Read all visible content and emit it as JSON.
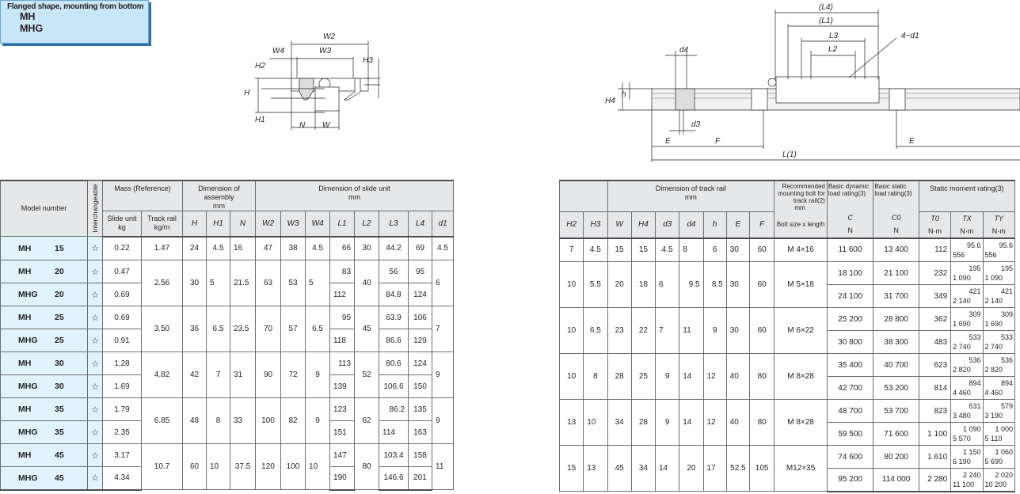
{
  "title": {
    "subtitle": "Flanged shape, mounting from bottom",
    "models": [
      "MH",
      "MHG"
    ]
  },
  "diagram_left": {
    "labels": {
      "W2": "W2",
      "W3": "W3",
      "W4": "W4",
      "H": "H",
      "H1": "H1",
      "H2": "H2",
      "H3": "H3",
      "N": "N",
      "W": "W"
    }
  },
  "diagram_right": {
    "labels": {
      "L4": "(L4)",
      "L1": "(L1)",
      "L3": "L3",
      "L2": "L2",
      "d1": "4−d1",
      "d4": "d4",
      "d3": "d3",
      "H4": "H4",
      "h": "h",
      "E": "E",
      "F": "F",
      "L": "L(1)"
    }
  },
  "left_table": {
    "headers": {
      "model_number": "Model number",
      "interchangeable": "Interchangeable",
      "mass": "Mass (Reference)",
      "slide_unit": "Slide unit",
      "slide_unit_unit": "kg",
      "track_rail": "Track rail",
      "track_rail_unit": "kg/m",
      "dim_assembly": "Dimension of assembly",
      "dim_assembly_unit": "mm",
      "dim_slide": "Dimension of slide unit",
      "dim_slide_unit": "mm",
      "cols": [
        "H",
        "H1",
        "N",
        "W2",
        "W3",
        "W4",
        "L1",
        "L2",
        "L3",
        "L4",
        "d1"
      ]
    },
    "rows": [
      {
        "name": "MH",
        "size": "15",
        "star": "☆",
        "slide_kg": "0.22",
        "L1": "66",
        "L3": "44.2",
        "L4": "69"
      },
      {
        "name": "MH",
        "size": "20",
        "star": "☆",
        "slide_kg": "0.47",
        "L1": "83",
        "L3": "56",
        "L4": "95"
      },
      {
        "name": "MHG",
        "size": "20",
        "star": "☆",
        "slide_kg": "0.69",
        "L1": "112",
        "L3": "84.8",
        "L4": "124"
      },
      {
        "name": "MH",
        "size": "25",
        "star": "☆",
        "slide_kg": "0.69",
        "L1": "95",
        "L3": "63.9",
        "L4": "106"
      },
      {
        "name": "MHG",
        "size": "25",
        "star": "☆",
        "slide_kg": "0.91",
        "L1": "118",
        "L3": "86.6",
        "L4": "129"
      },
      {
        "name": "MH",
        "size": "30",
        "star": "☆",
        "slide_kg": "1.28",
        "L1": "113",
        "L3": "80.6",
        "L4": "124"
      },
      {
        "name": "MHG",
        "size": "30",
        "star": "☆",
        "slide_kg": "1.69",
        "L1": "139",
        "L3": "106.6",
        "L4": "150"
      },
      {
        "name": "MH",
        "size": "35",
        "star": "☆",
        "slide_kg": "1.79",
        "L1": "123",
        "L3": "86.2",
        "L4": "135"
      },
      {
        "name": "MHG",
        "size": "35",
        "star": "☆",
        "slide_kg": "2.35",
        "L1": "151",
        "L3": "114",
        "L4": "163"
      },
      {
        "name": "MH",
        "size": "45",
        "star": "☆",
        "slide_kg": "3.17",
        "L1": "147",
        "L3": "103.4",
        "L4": "158"
      },
      {
        "name": "MHG",
        "size": "45",
        "star": "☆",
        "slide_kg": "4.34",
        "L1": "190",
        "L3": "146.6",
        "L4": "201"
      }
    ],
    "groups": [
      {
        "rail_kg": "1.47",
        "H": "24",
        "H1": "4.5",
        "N": "16",
        "W2": "47",
        "W3": "38",
        "W4": "4.5",
        "L2": "30",
        "d1": "4.5"
      },
      {
        "rail_kg": "2.56",
        "H": "30",
        "H1": "5",
        "N": "21.5",
        "W2": "63",
        "W3": "53",
        "W4": "5",
        "L2": "40",
        "d1": "6"
      },
      {
        "rail_kg": "3.50",
        "H": "36",
        "H1": "6.5",
        "N": "23.5",
        "W2": "70",
        "W3": "57",
        "W4": "6.5",
        "L2": "45",
        "d1": "7"
      },
      {
        "rail_kg": "4.82",
        "H": "42",
        "H1": "7",
        "N": "31",
        "W2": "90",
        "W3": "72",
        "W4": "9",
        "L2": "52",
        "d1": "9"
      },
      {
        "rail_kg": "6.85",
        "H": "48",
        "H1": "8",
        "N": "33",
        "W2": "100",
        "W3": "82",
        "W4": "9",
        "L2": "62",
        "d1": "9"
      },
      {
        "rail_kg": "10.7",
        "H": "60",
        "H1": "10",
        "N": "37.5",
        "W2": "120",
        "W3": "100",
        "W4": "10",
        "L2": "80",
        "d1": "11"
      }
    ]
  },
  "right_table": {
    "headers": {
      "dim_rail": "Dimension of track rail",
      "dim_rail_unit": "mm",
      "bolt_title": "Recommended mounting bolt for track rail(2)",
      "bolt_unit": "mm",
      "bolt_sub": "Bolt size x length",
      "dyn": "Basic dynamic load rating(3)",
      "stat": "Basic static load rating(3)",
      "moment": "Static moment rating(3)",
      "cols": [
        "H2",
        "H3",
        "W",
        "H4",
        "d3",
        "d4",
        "h",
        "E",
        "F"
      ],
      "C": "C",
      "C0": "C0",
      "T0": "T0",
      "TX": "TX",
      "TY": "TY",
      "unit_N": "N",
      "unit_Nm": "N·m"
    },
    "groups": [
      {
        "H2": "7",
        "H3": "4.5",
        "W": "15",
        "H4": "15",
        "d3": "4.5",
        "d4": "8",
        "h": "6",
        "E": "30",
        "F": "60",
        "bolt": "M 4×16"
      },
      {
        "H2": "10",
        "H3": "5.5",
        "W": "20",
        "H4": "18",
        "d3": "6",
        "d4": "9.5",
        "h": "8.5",
        "E": "30",
        "F": "60",
        "bolt": "M 5×18"
      },
      {
        "H2": "10",
        "H3": "6.5",
        "W": "23",
        "H4": "22",
        "d3": "7",
        "d4": "11",
        "h": "9",
        "E": "30",
        "F": "60",
        "bolt": "M 6×22"
      },
      {
        "H2": "10",
        "H3": "8",
        "W": "28",
        "H4": "25",
        "d3": "9",
        "d4": "14",
        "h": "12",
        "E": "40",
        "F": "80",
        "bolt": "M 8×28"
      },
      {
        "H2": "13",
        "H3": "10",
        "W": "34",
        "H4": "28",
        "d3": "9",
        "d4": "14",
        "h": "12",
        "E": "40",
        "F": "80",
        "bolt": "M 8×28"
      },
      {
        "H2": "15",
        "H3": "13",
        "W": "45",
        "H4": "34",
        "d3": "14",
        "d4": "20",
        "h": "17",
        "E": "52.5",
        "F": "105",
        "bolt": "M12×35"
      }
    ],
    "rows": [
      {
        "C": "11 600",
        "C0": "13 400",
        "T0": "112",
        "TX_a": "95.6",
        "TX_b": "556",
        "TY_a": "95.6",
        "TY_b": "556"
      },
      {
        "C": "18 100",
        "C0": "21 100",
        "T0": "232",
        "TX_a": "195",
        "TX_b": "1 090",
        "TY_a": "195",
        "TY_b": "1 090"
      },
      {
        "C": "24 100",
        "C0": "31 700",
        "T0": "349",
        "TX_a": "421",
        "TX_b": "2 140",
        "TY_a": "421",
        "TY_b": "2 140"
      },
      {
        "C": "25 200",
        "C0": "28 800",
        "T0": "362",
        "TX_a": "309",
        "TX_b": "1 690",
        "TY_a": "309",
        "TY_b": "1 690"
      },
      {
        "C": "30 800",
        "C0": "38 300",
        "T0": "483",
        "TX_a": "533",
        "TX_b": "2 740",
        "TY_a": "533",
        "TY_b": "2 740"
      },
      {
        "C": "35 400",
        "C0": "40 700",
        "T0": "623",
        "TX_a": "536",
        "TX_b": "2 820",
        "TY_a": "536",
        "TY_b": "2 820"
      },
      {
        "C": "42 700",
        "C0": "53 200",
        "T0": "814",
        "TX_a": "894",
        "TX_b": "4 460",
        "TY_a": "894",
        "TY_b": "4 460"
      },
      {
        "C": "48 700",
        "C0": "53 700",
        "T0": "823",
        "TX_a": "631",
        "TX_b": "3 480",
        "TY_a": "579",
        "TY_b": "3 190"
      },
      {
        "C": "59 500",
        "C0": "71 600",
        "T0": "1 100",
        "TX_a": "1 090",
        "TX_b": "5 570",
        "TY_a": "1 000",
        "TY_b": "5 110"
      },
      {
        "C": "74 600",
        "C0": "80 200",
        "T0": "1 610",
        "TX_a": "1 150",
        "TX_b": "6 190",
        "TY_a": "1 060",
        "TY_b": "5 690"
      },
      {
        "C": "95 200",
        "C0": "114 000",
        "T0": "2 280",
        "TX_a": "2 240",
        "TX_b": "11 100",
        "TY_a": "2 020",
        "TY_b": "10 200"
      }
    ]
  }
}
